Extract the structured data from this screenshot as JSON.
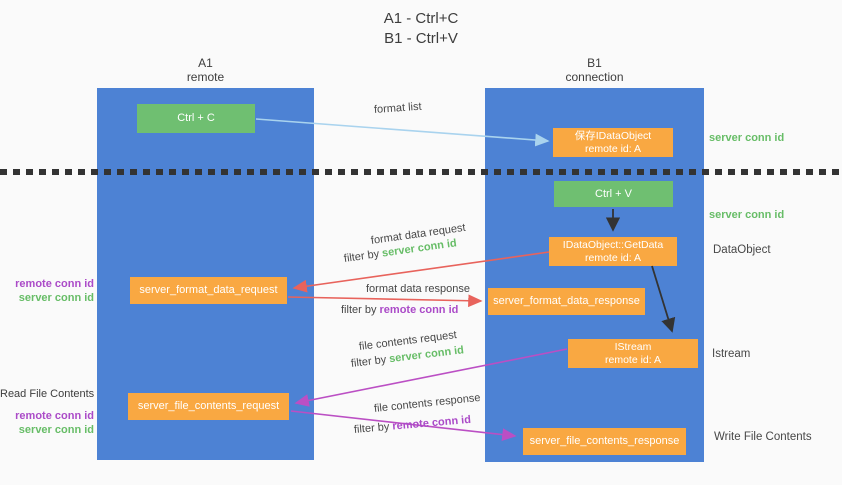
{
  "colors": {
    "bg": "#fafafa",
    "lane": "#4d82d4",
    "green-box": "#6fbf71",
    "orange-box": "#f9a842",
    "arrow-blue": "#a9d3ee",
    "arrow-black": "#333333",
    "arrow-red": "#e8635c",
    "arrow-magenta": "#bb4fc4",
    "text-dark": "#3d3d3d",
    "text-gray": "#474747",
    "green-text": "#67bd67",
    "purple-text": "#ab4bc8"
  },
  "title": {
    "line1": "A1 - Ctrl+C",
    "line2": "B1 - Ctrl+V"
  },
  "lanes": {
    "left": {
      "title": "A1",
      "subtitle": "remote"
    },
    "right": {
      "title": "B1",
      "subtitle": "connection"
    }
  },
  "nodes": {
    "ctrl_c": {
      "label": "Ctrl + C"
    },
    "save_idataobject": {
      "line1": "保存IDataObject",
      "line2": "remote id: A"
    },
    "ctrl_v": {
      "label": "Ctrl + V"
    },
    "getdata": {
      "line1": "IDataObject::GetData",
      "line2": "remote id: A"
    },
    "format_request": {
      "label": "server_format_data_request"
    },
    "format_response": {
      "label": "server_format_data_response"
    },
    "istream": {
      "line1": "IStream",
      "line2": "remote id: A"
    },
    "file_request": {
      "label": "server_file_contents_request"
    },
    "file_response": {
      "label": "server_file_contents_response"
    }
  },
  "flow_labels": {
    "format_list": "format list",
    "format_data_request": "format data request",
    "format_data_response": "format data response",
    "file_contents_request": "file contents request",
    "file_contents_response": "file contents response",
    "filter_by": "filter by ",
    "server_conn_id": "server conn id",
    "remote_conn_id": "remote conn id"
  },
  "side_labels": {
    "server_conn_id_top": "server conn id",
    "server_conn_id_mid": "server conn id",
    "dataobject": "DataObject",
    "istream": "Istream",
    "write_file_contents": "Write File Contents",
    "read_file_contents": "Read File Contents",
    "remote_conn_id_1": "remote conn id",
    "server_conn_id_1": "server conn id",
    "remote_conn_id_2": "remote conn id",
    "server_conn_id_2": "server conn id"
  }
}
